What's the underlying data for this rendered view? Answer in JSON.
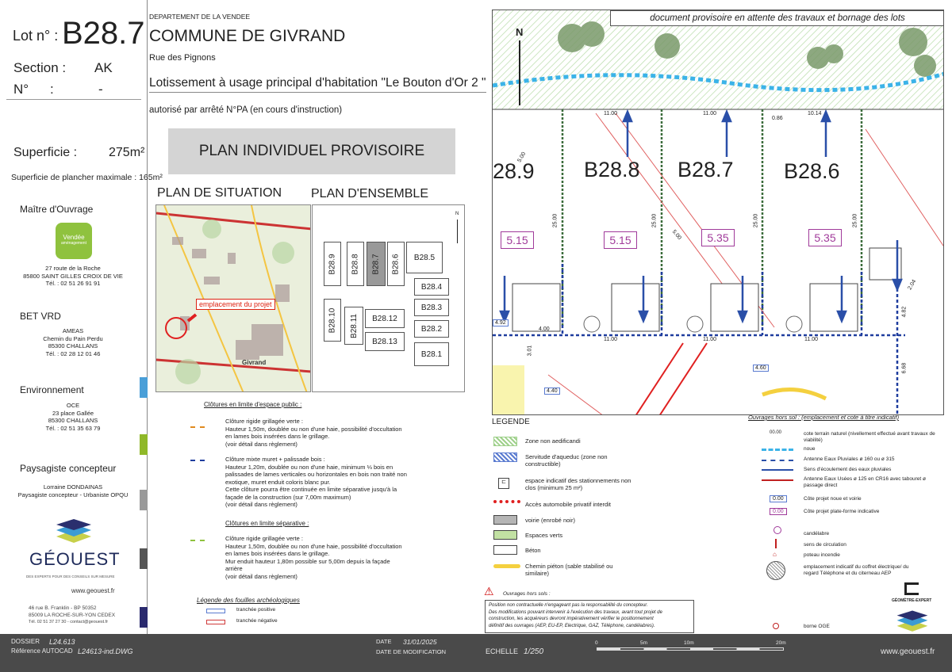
{
  "lot": {
    "label": "Lot n° :",
    "number": "B28.7"
  },
  "section": {
    "label": "Section :",
    "value": "AK",
    "n_label": "N°",
    "n_colon": ":",
    "n_value": "-"
  },
  "superficie": {
    "label": "Superficie :",
    "value": "275m²",
    "plancher": "Superficie de plancher  maximale : 165m²"
  },
  "maitre_ouvrage": {
    "title": "Maître d'Ouvrage",
    "logo_text": "Vendée",
    "logo_sub": "aménagement",
    "address1": "27 route de la Roche",
    "address2": "85800 SAINT GILLES CROIX DE VIE",
    "tel": "Tél. : 02 51 26 91 91"
  },
  "bet_vrd": {
    "title": "BET VRD",
    "name": "AMEAS",
    "address1": "Chemin du Pain Perdu",
    "address2": "85300 CHALLANS",
    "tel": "Tél. : 02 28 12 01 46"
  },
  "environnement": {
    "title": "Environnement",
    "name": "OCE",
    "address1": "23 place Gallée",
    "address2": "85300 CHALLANS",
    "tel": "Tél. : 02 51 35 63 79"
  },
  "paysagiste": {
    "title": "Paysagiste concepteur",
    "name": "Lorraine DONDAINAS",
    "role": "Paysagiste concepteur - Urbaniste OPQU"
  },
  "geouest": {
    "name": "GÉOUEST",
    "tagline": "DES EXPERTS POUR DES CONSEILS SUR MESURE",
    "web": "www.geouest.fr",
    "address1": "46 rue B. Franklin - BP 50352",
    "address2": "85009 LA ROCHE-SUR-YON CEDEX",
    "contact": "Tél. 02 51 37 27 30 - contact@geouest.fr"
  },
  "status_colors": [
    "#4a9fd8",
    "#8fb829",
    "#9a9a9a",
    "#555555",
    "#2a2a6e"
  ],
  "header": {
    "departement": "DEPARTEMENT DE LA VENDEE",
    "commune": "COMMUNE DE GIVRAND",
    "rue": "Rue des Pignons",
    "lotissement": "Lotissement à  usage principal d'habitation \"Le Bouton d'Or 2 \"",
    "autorise": "autorisé par arrêté N°PA (en cours d'instruction)",
    "plan_title": "PLAN INDIVIDUEL PROVISOIRE"
  },
  "plan_situation": {
    "title": "PLAN DE SITUATION",
    "marker": "emplacement du projet",
    "town": "Givrand"
  },
  "plan_ensemble": {
    "title": "PLAN D'ENSEMBLE",
    "north": "N",
    "lots": [
      "B28.9",
      "B28.8",
      "B28.7",
      "B28.6",
      "B28.5",
      "B28.4",
      "B28.3",
      "B28.2",
      "B28.1",
      "B28.10",
      "B28.11",
      "B28.12",
      "B28.13"
    ]
  },
  "clotures": {
    "public_title": "Clôtures en limite d'espace public :",
    "item1_title": "Clôture rigide grillagée verte :",
    "item1_text": [
      "Hauteur 1,50m, doublée ou non d'une haie, possibilité d'occultation",
      "en lames bois insérées dans le grillage.",
      "(voir détail dans règlement)"
    ],
    "item2_title": "Clôture mixte muret + palissade bois :",
    "item2_text": [
      "Hauteur 1,20m, doublée ou non d'une haie, minimum ⅓ bois en",
      "palissades de lames verticales ou horizontales en bois non traité non",
      "exotique, muret enduit coloris blanc pur.",
      "Cette clôture pourra être continuée en limite séparative jusqu'à la",
      "façade de la construction (sur 7,00m maximum)",
      "(voir détail dans règlement)"
    ],
    "separative_title": "Clôtures en limite séparative :",
    "item3_title": "Clôture rigide grillagée verte :",
    "item3_text": [
      "Hauteur 1,50m, doublée ou non d'une haie, possibilité d'occultation",
      "en lames bois insérées dans le grillage.",
      "Mur enduit hauteur 1,80m possible sur 5,00m  depuis la façade",
      "arrière",
      "(voir détail dans règlement)"
    ]
  },
  "fouilles": {
    "title": "Légende  des  fouilles  archéologiques",
    "positive": "tranchée  positive",
    "negative": "tranchée  négative"
  },
  "legende": {
    "title": "LEGENDE",
    "items": [
      "Zone non aedificandi",
      "Servitude d'aqueduc (zone non constructible)",
      "espace indicatif des stationnements non clos (minimum 25 m²)",
      "Accès automobile privatif interdit",
      "voirie (enrobé noir)",
      "Espaces verts",
      "Béton",
      "Chemin piéton (sable stabilisé ou similaire)"
    ],
    "warning_title": "Ouvrages hors sols :",
    "warning_text": [
      "Position non contractuelle n'engageant pas la responsabilité du concepteur.",
      "Des modifications pouvant intervenir à l'exécution des travaux, avant tout projet de",
      "construction, les acquéreurs devront impérativement vérifier le positionnement",
      "définitif des ouvrages (AEP, EU-EP, Electrique, GAZ, Téléphone, candélabres)."
    ]
  },
  "ouvrages": {
    "title": "Ouvrages hors sol : (emplacement et cote à titre indicatif)",
    "items": [
      "cote terrain naturel (nivellement effectué avant travaux de viabilité)",
      "noue",
      "Antenne Eaux Pluviales ø 160 ou ø 315",
      "Sens d'écoulement des eaux pluviales",
      "Antenne Eaux Usées ø 125 en CR16 avec tabouret ø passage direct",
      "Côte projet noue et voirie",
      "Côte projet plate-forme indicative",
      "candélabre",
      "sens de circulation",
      "poteau incendie",
      "emplacement indicatif du coffret électrique/ du regard Téléphone et du citerneau AEP",
      "borne OGE"
    ],
    "cote_sample": "00.00",
    "cote_label": "0.00"
  },
  "plan": {
    "banner": "document provisoire en attente des travaux et bornage des lots",
    "north": "N",
    "lots": [
      "28.9",
      "B28.8",
      "B28.7",
      "B28.6"
    ],
    "cotes_pink": [
      "5.15",
      "5.15",
      "5.35",
      "5.35"
    ],
    "dims_top": [
      "11.00",
      "11.00",
      "0.86",
      "10.14"
    ],
    "dims_bottom": [
      "4.00",
      "11.00",
      "11.00",
      "11.00"
    ],
    "dims_side": [
      "25.00",
      "25.00",
      "25.00",
      "25.00"
    ],
    "small_cotes": [
      "4.92",
      "4.60",
      "4.40",
      "4.82",
      "3.01",
      "6.68",
      "5.00",
      "5.00",
      "2.04"
    ]
  },
  "scale": {
    "ticks": [
      "0",
      "5m",
      "10m",
      "20m"
    ]
  },
  "geometre": "GÉOMÈTRE-EXPERT",
  "footer": {
    "dossier_label": "DOSSIER",
    "dossier": "L24.613",
    "autocad_label": "Référence AUTOCAD",
    "autocad": "L24613-ind.DWG",
    "date_label": "DATE",
    "date": "31/01/2025",
    "modif_label": "DATE DE MODIFICATION",
    "modif": "-",
    "echelle_label": "ECHELLE",
    "echelle": "1/250",
    "web": "www.geouest.fr"
  }
}
